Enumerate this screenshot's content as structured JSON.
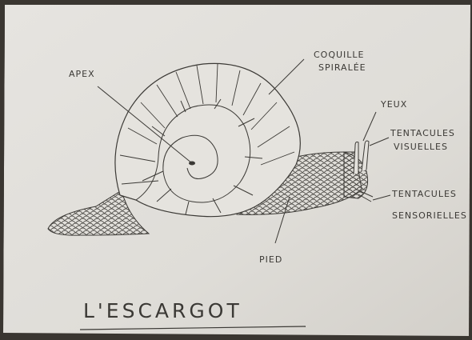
{
  "diagram": {
    "title": "L'ESCARGOT",
    "labels": {
      "apex": "APEX",
      "coquille_line1": "COQUILLE",
      "coquille_line2": "SPIRALÉE",
      "yeux": "YEUX",
      "tentacules_visuelles_line1": "TENTACULES",
      "tentacules_visuelles_line2": "VISUELLES",
      "tentacules_sensorielles_line1": "TENTACULES",
      "tentacules_sensorielles_line2": "SENSORIELLES",
      "pied": "PIED"
    }
  },
  "colors": {
    "paper": "#e3e1dc",
    "paper_shadow": "#cfccc6",
    "background": "#3a3631",
    "pencil": "#3b3935"
  }
}
